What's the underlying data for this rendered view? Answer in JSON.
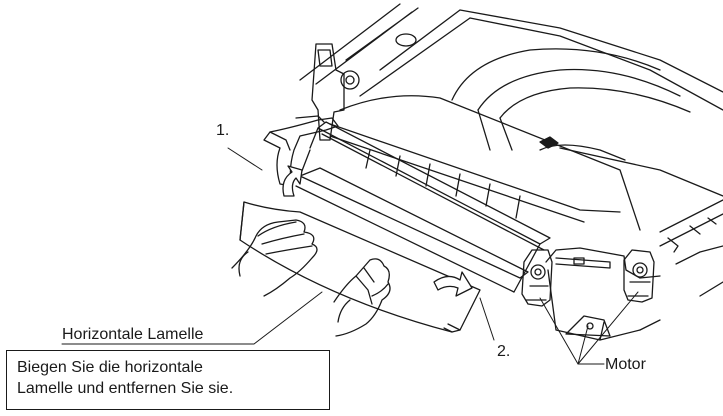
{
  "labels": {
    "step_1": "1.",
    "step_2": "2.",
    "part": "Horizontale Lamelle",
    "motor": "Motor"
  },
  "instruction": {
    "line_1": "Biegen Sie die horizontale",
    "line_2": "Lamelle und entfernen Sie sie."
  },
  "colors": {
    "ink": "#1a1a1a",
    "paper": "#ffffff"
  }
}
